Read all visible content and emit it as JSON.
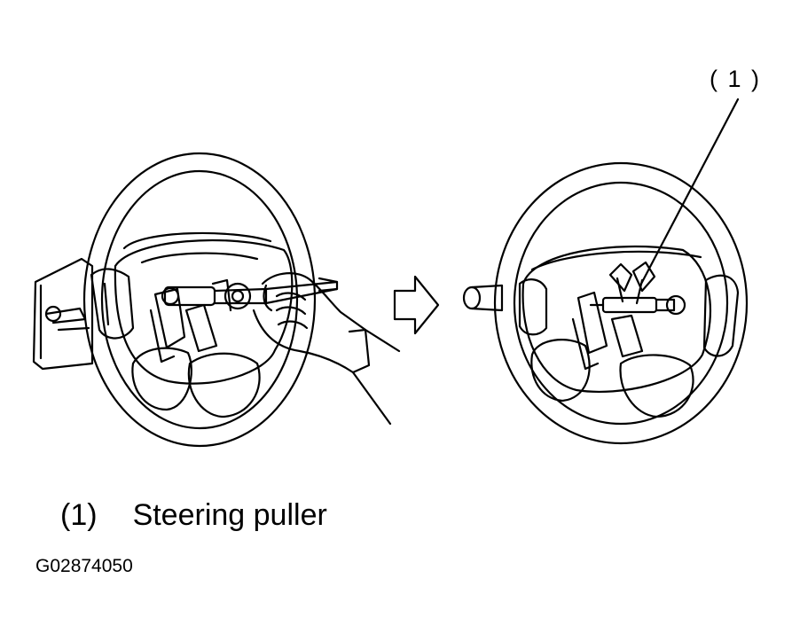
{
  "callout": {
    "label": "( 1 )"
  },
  "legend": {
    "items": [
      {
        "number": "(1)",
        "text": "Steering puller"
      }
    ]
  },
  "figure_id": "G02874050",
  "icons": {
    "arrow": "right-arrow-icon"
  }
}
